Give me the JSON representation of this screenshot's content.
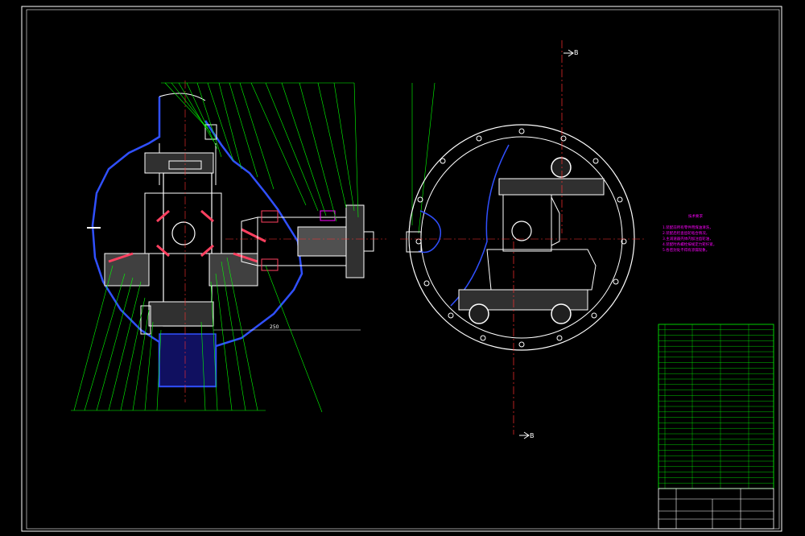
{
  "section_markers": {
    "top": "B",
    "bottom": "B"
  },
  "notes": {
    "title": "技术要求",
    "items": [
      "1.装配前所有零件用煤油清洗，",
      "2.装配后检查齿轮啮合情况，",
      "3.主减速器壳体内加注齿轮油，",
      "4.装配时各螺栓按规定力矩拧紧，",
      "5.各密封处不得有渗漏现象。"
    ]
  },
  "dimension_label": "250",
  "colors": {
    "frame": "#ffffff",
    "leader": "#00ff00",
    "housing": "#0000ff",
    "seal": "#ff00ff",
    "gear": "#ff4060",
    "table": "#00ff00"
  }
}
